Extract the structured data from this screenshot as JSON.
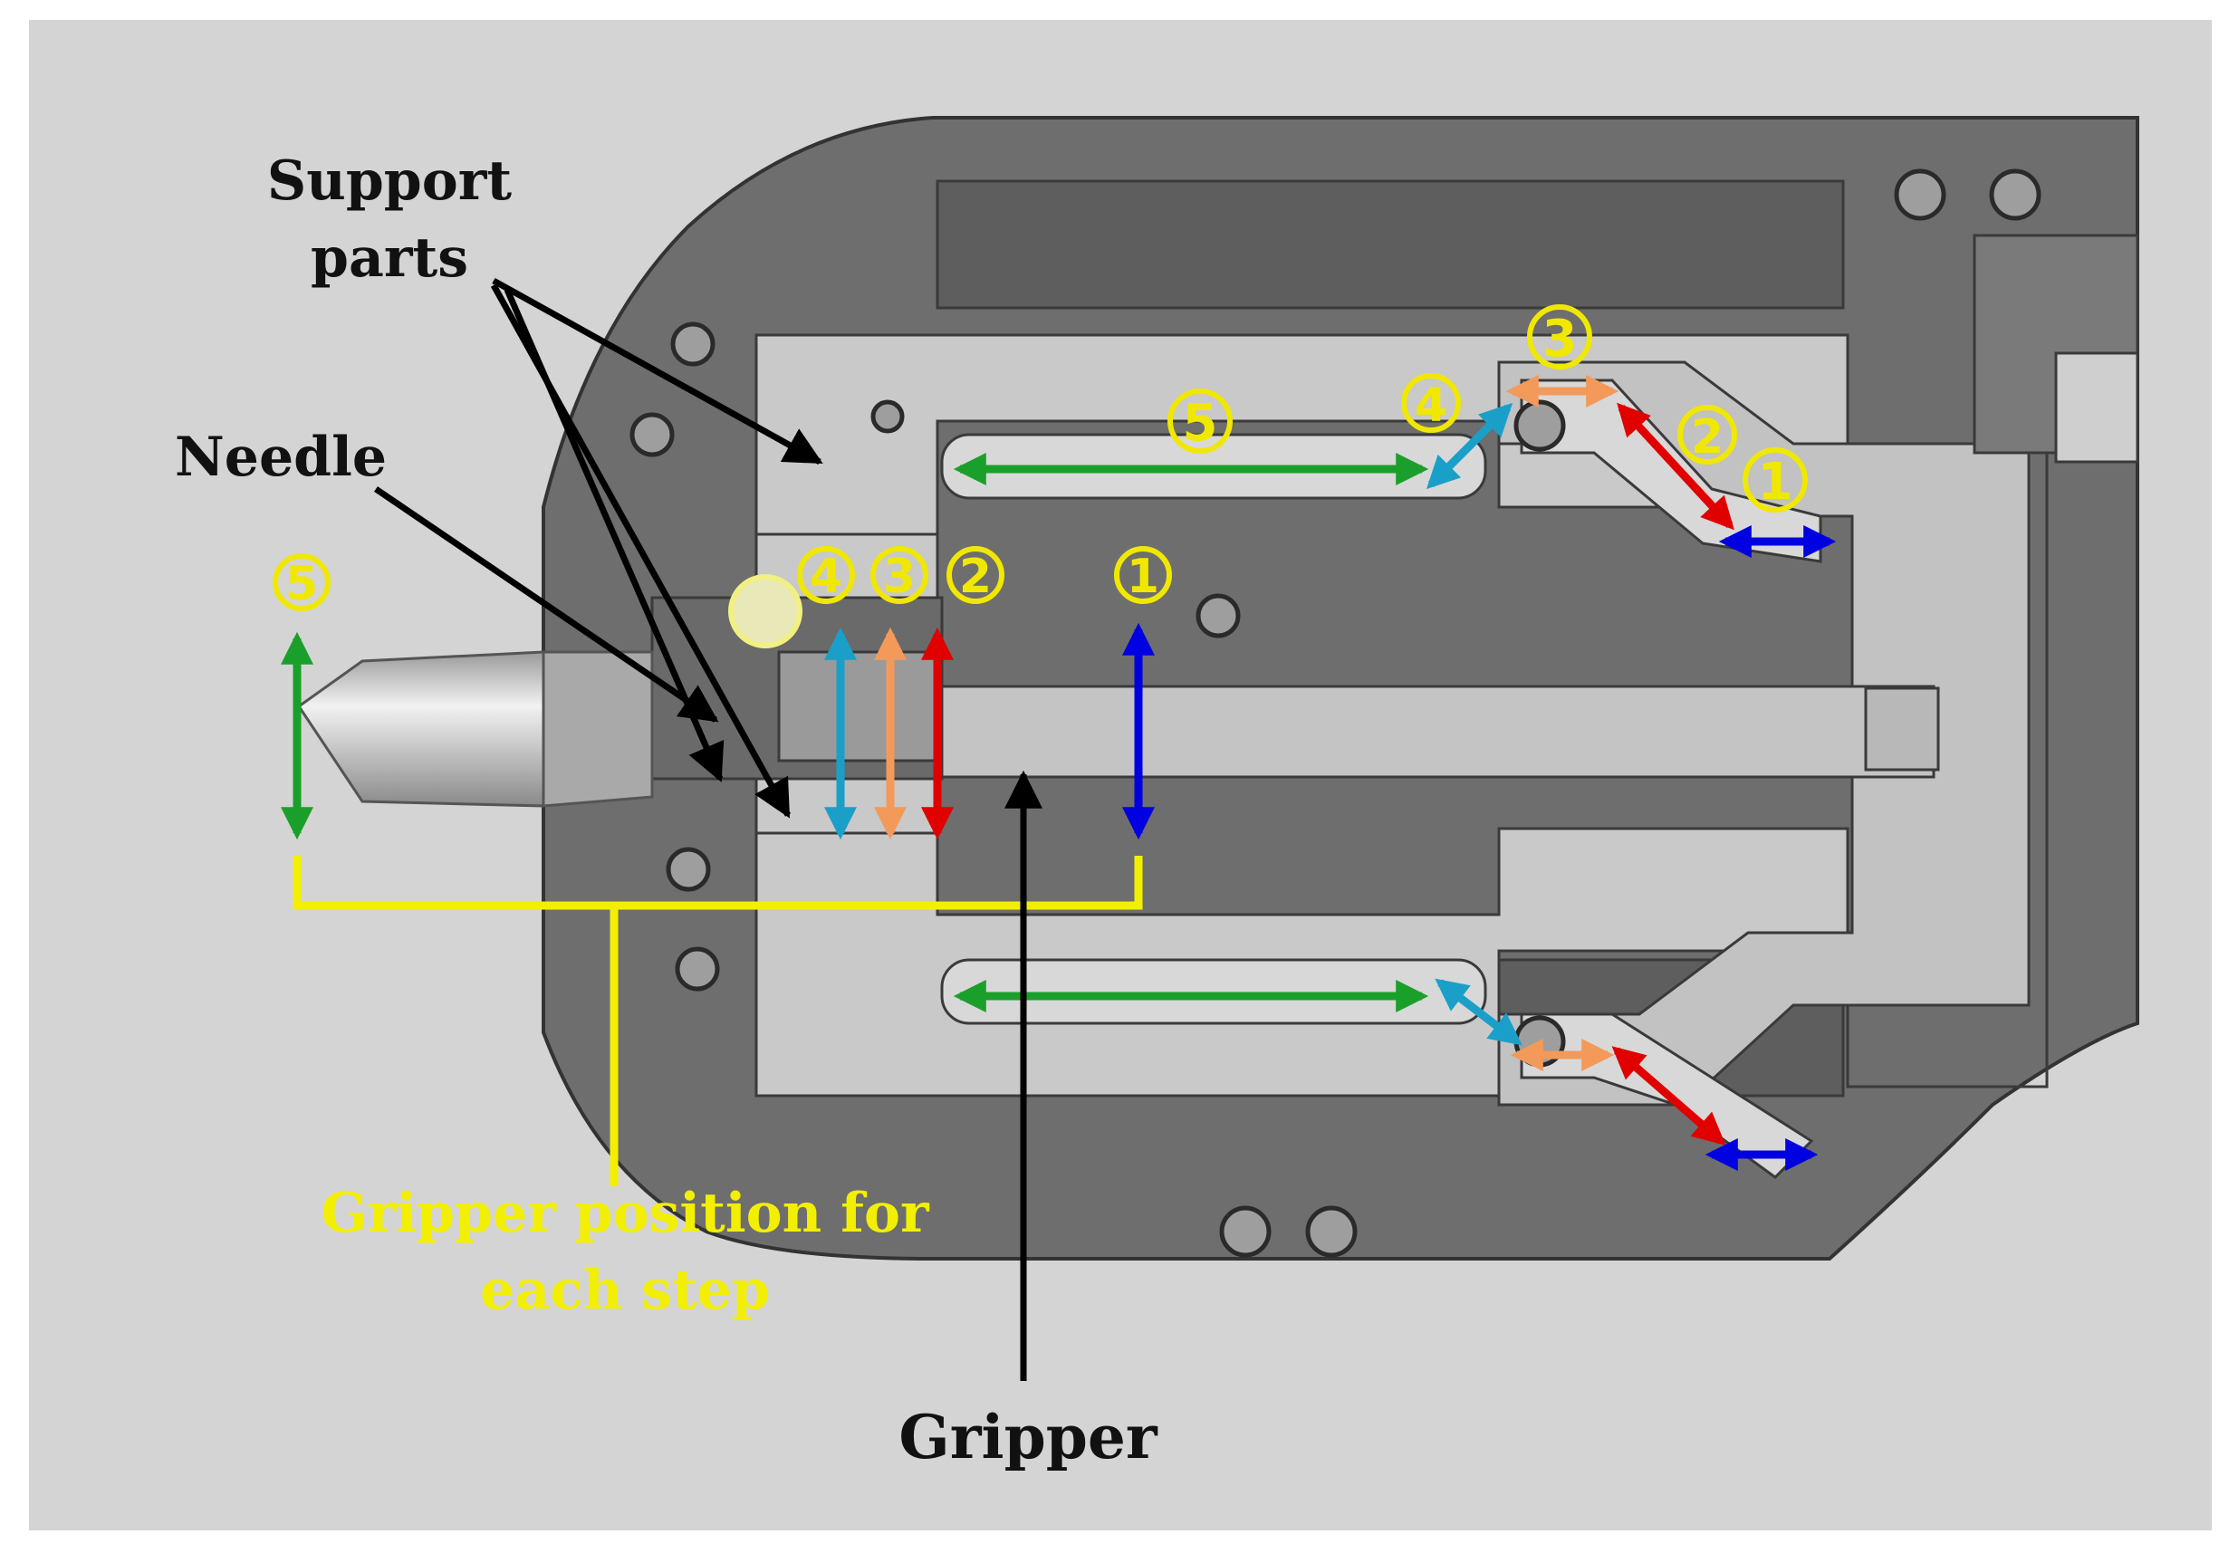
{
  "labels": {
    "support_parts_line1": "Support",
    "support_parts_line2": "parts",
    "needle": "Needle",
    "gripper": "Gripper",
    "gripper_position_line1": "Gripper position for",
    "gripper_position_line2": "each step"
  },
  "step_numbers": {
    "s1": "1",
    "s2": "2",
    "s3": "3",
    "s4": "4",
    "s5": "5"
  },
  "colors": {
    "background": "#d4d4d4",
    "housing_dark": "#6e6e6e",
    "housing_light": "#c8c8c8",
    "step1": "#0000e0",
    "step2": "#e00000",
    "step3": "#f39a5a",
    "step4": "#1aa0c8",
    "step5": "#1aa02a",
    "step_marker": "#f0e800",
    "pointer": "#000000"
  }
}
